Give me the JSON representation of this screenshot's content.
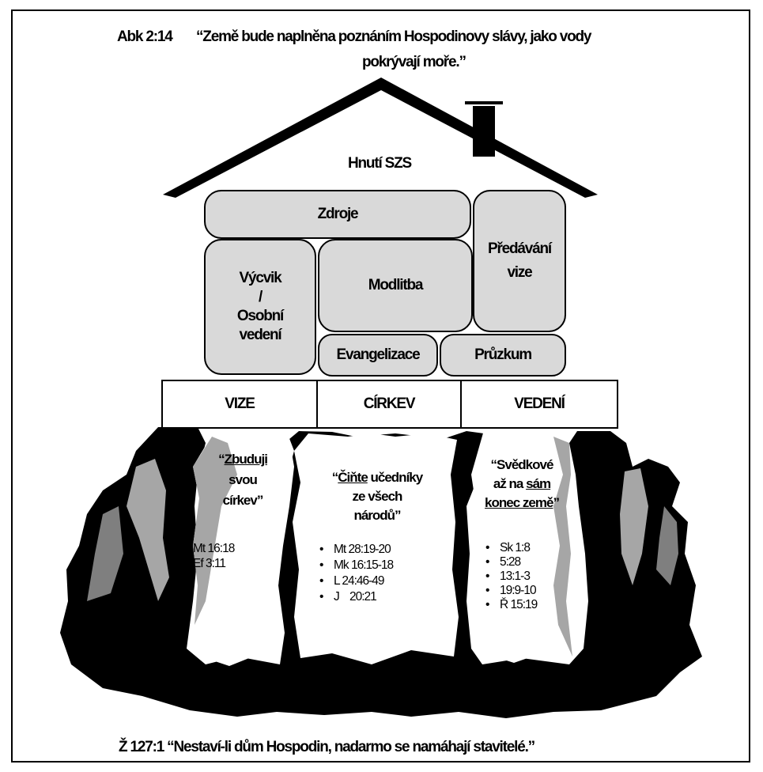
{
  "top_verse": {
    "ref": "Abk 2:14",
    "line1": "“Země bude naplněna poznáním Hospodinovy slávy, jako vody",
    "line2": "pokrývají moře.”"
  },
  "roof_label": "Hnutí SZS",
  "blocks": {
    "zdroje": "Zdroje",
    "predavani_1": "Předávání",
    "predavani_2": "vize",
    "vycvik_1": "Výcvik",
    "vycvik_2": "/",
    "vycvik_3": "Osobní",
    "vycvik_4": "vedení",
    "modlitba": "Modlitba",
    "evangelizace": "Evangelizace",
    "pruzkum": "Průzkum"
  },
  "pillars": {
    "vize": {
      "label": "VIZE",
      "q_open": "“",
      "q_underlined": "Zbuduji",
      "q_line2": "svou",
      "q_line3": "církev”",
      "refs": [
        "Mt 16:18",
        "Ef  3:11"
      ]
    },
    "cirkev": {
      "label": "CÍRKEV",
      "q_open": "“",
      "q_underlined": "Čiňte",
      "q_rest1": " učedníky",
      "q_line2": "ze všech",
      "q_line3": "národů”",
      "refs": [
        "Mt 28:19-20",
        "Mk 16:15-18",
        "L 24:46-49",
        "J    20:21"
      ]
    },
    "vedeni": {
      "label": "VEDENÍ",
      "q_line1": "“Svědkové",
      "q_line2_pre": "až na ",
      "q_line2_u": "sám",
      "q_line3_u": "konec země",
      "q_line3_post": "”",
      "refs": [
        "Sk 1:8",
        "5:28",
        "13:1-3",
        "19:9-10",
        "Ř 15:19"
      ]
    }
  },
  "bottom_verse": "Ž 127:1 “Nestaví-li dům Hospodin, nadarmo se namáhají stavitelé.”",
  "colors": {
    "block_fill": "#d9d9d9",
    "rock_dark": "#000000",
    "rock_gray": "#a6a6a6",
    "rock_mid": "#7f7f7f"
  }
}
